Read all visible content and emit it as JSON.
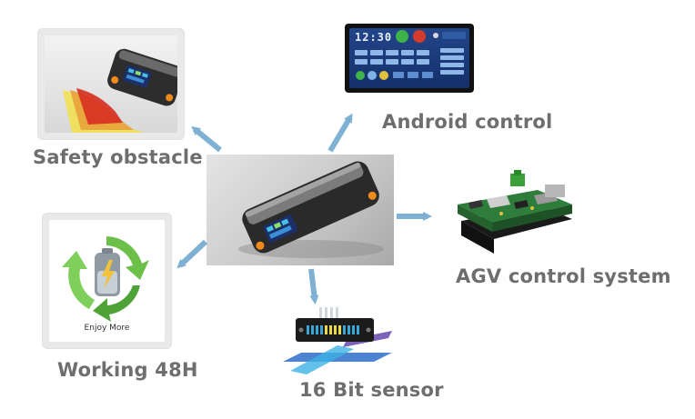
{
  "features": {
    "safety": {
      "label": "Safety obstacle"
    },
    "android": {
      "label": "Android control",
      "screen_time": "12:30"
    },
    "agv": {
      "label": "AGV control system"
    },
    "working": {
      "label": "Working 48H",
      "battery_caption": "Enjoy More"
    },
    "sensor": {
      "label": "16 Bit sensor"
    }
  },
  "colors": {
    "label_text": "#6e6e6e",
    "arrow": "#7fb1d4",
    "screen_bg": "#1a3a78",
    "pcb_green": "#2f7d3a",
    "recycle_green": "#6cc04a",
    "sensor_yellow": "#e9d84a"
  }
}
